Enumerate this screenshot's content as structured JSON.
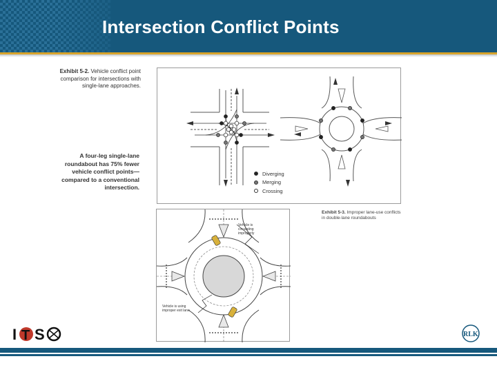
{
  "slide": {
    "title": "Intersection Conflict Points"
  },
  "exhibit_5_2": {
    "label": "Exhibit 5-2.",
    "text": "Vehicle conflict point comparison for intersections with single-lane approaches."
  },
  "note": {
    "text": "A four-leg single-lane roundabout has 75% fewer vehicle conflict points—compared to a conventional intersection."
  },
  "legend": [
    {
      "label": "Diverging",
      "key": "diverging"
    },
    {
      "label": "Merging",
      "key": "merging"
    },
    {
      "label": "Crossing",
      "key": "crossing"
    }
  ],
  "exhibit_5_3": {
    "label": "Exhibit 5-3.",
    "text": "Improper lane-use conflicts in double-lane roundabouts"
  },
  "fig_5_3_labels": {
    "circulating": "Vehicle is circulating improperly",
    "exit": "Vehicle is using improper exit lane"
  },
  "logos": {
    "left": "ITSO",
    "right": "RLK"
  },
  "colors": {
    "header_blue": "#16587c",
    "checker_blue": "#2f77a0",
    "accent_gold": "#d9a42b",
    "title_white": "#ffffff"
  },
  "icons": [
    "itso-logo",
    "rlk-logo",
    "vehicle-icon"
  ]
}
